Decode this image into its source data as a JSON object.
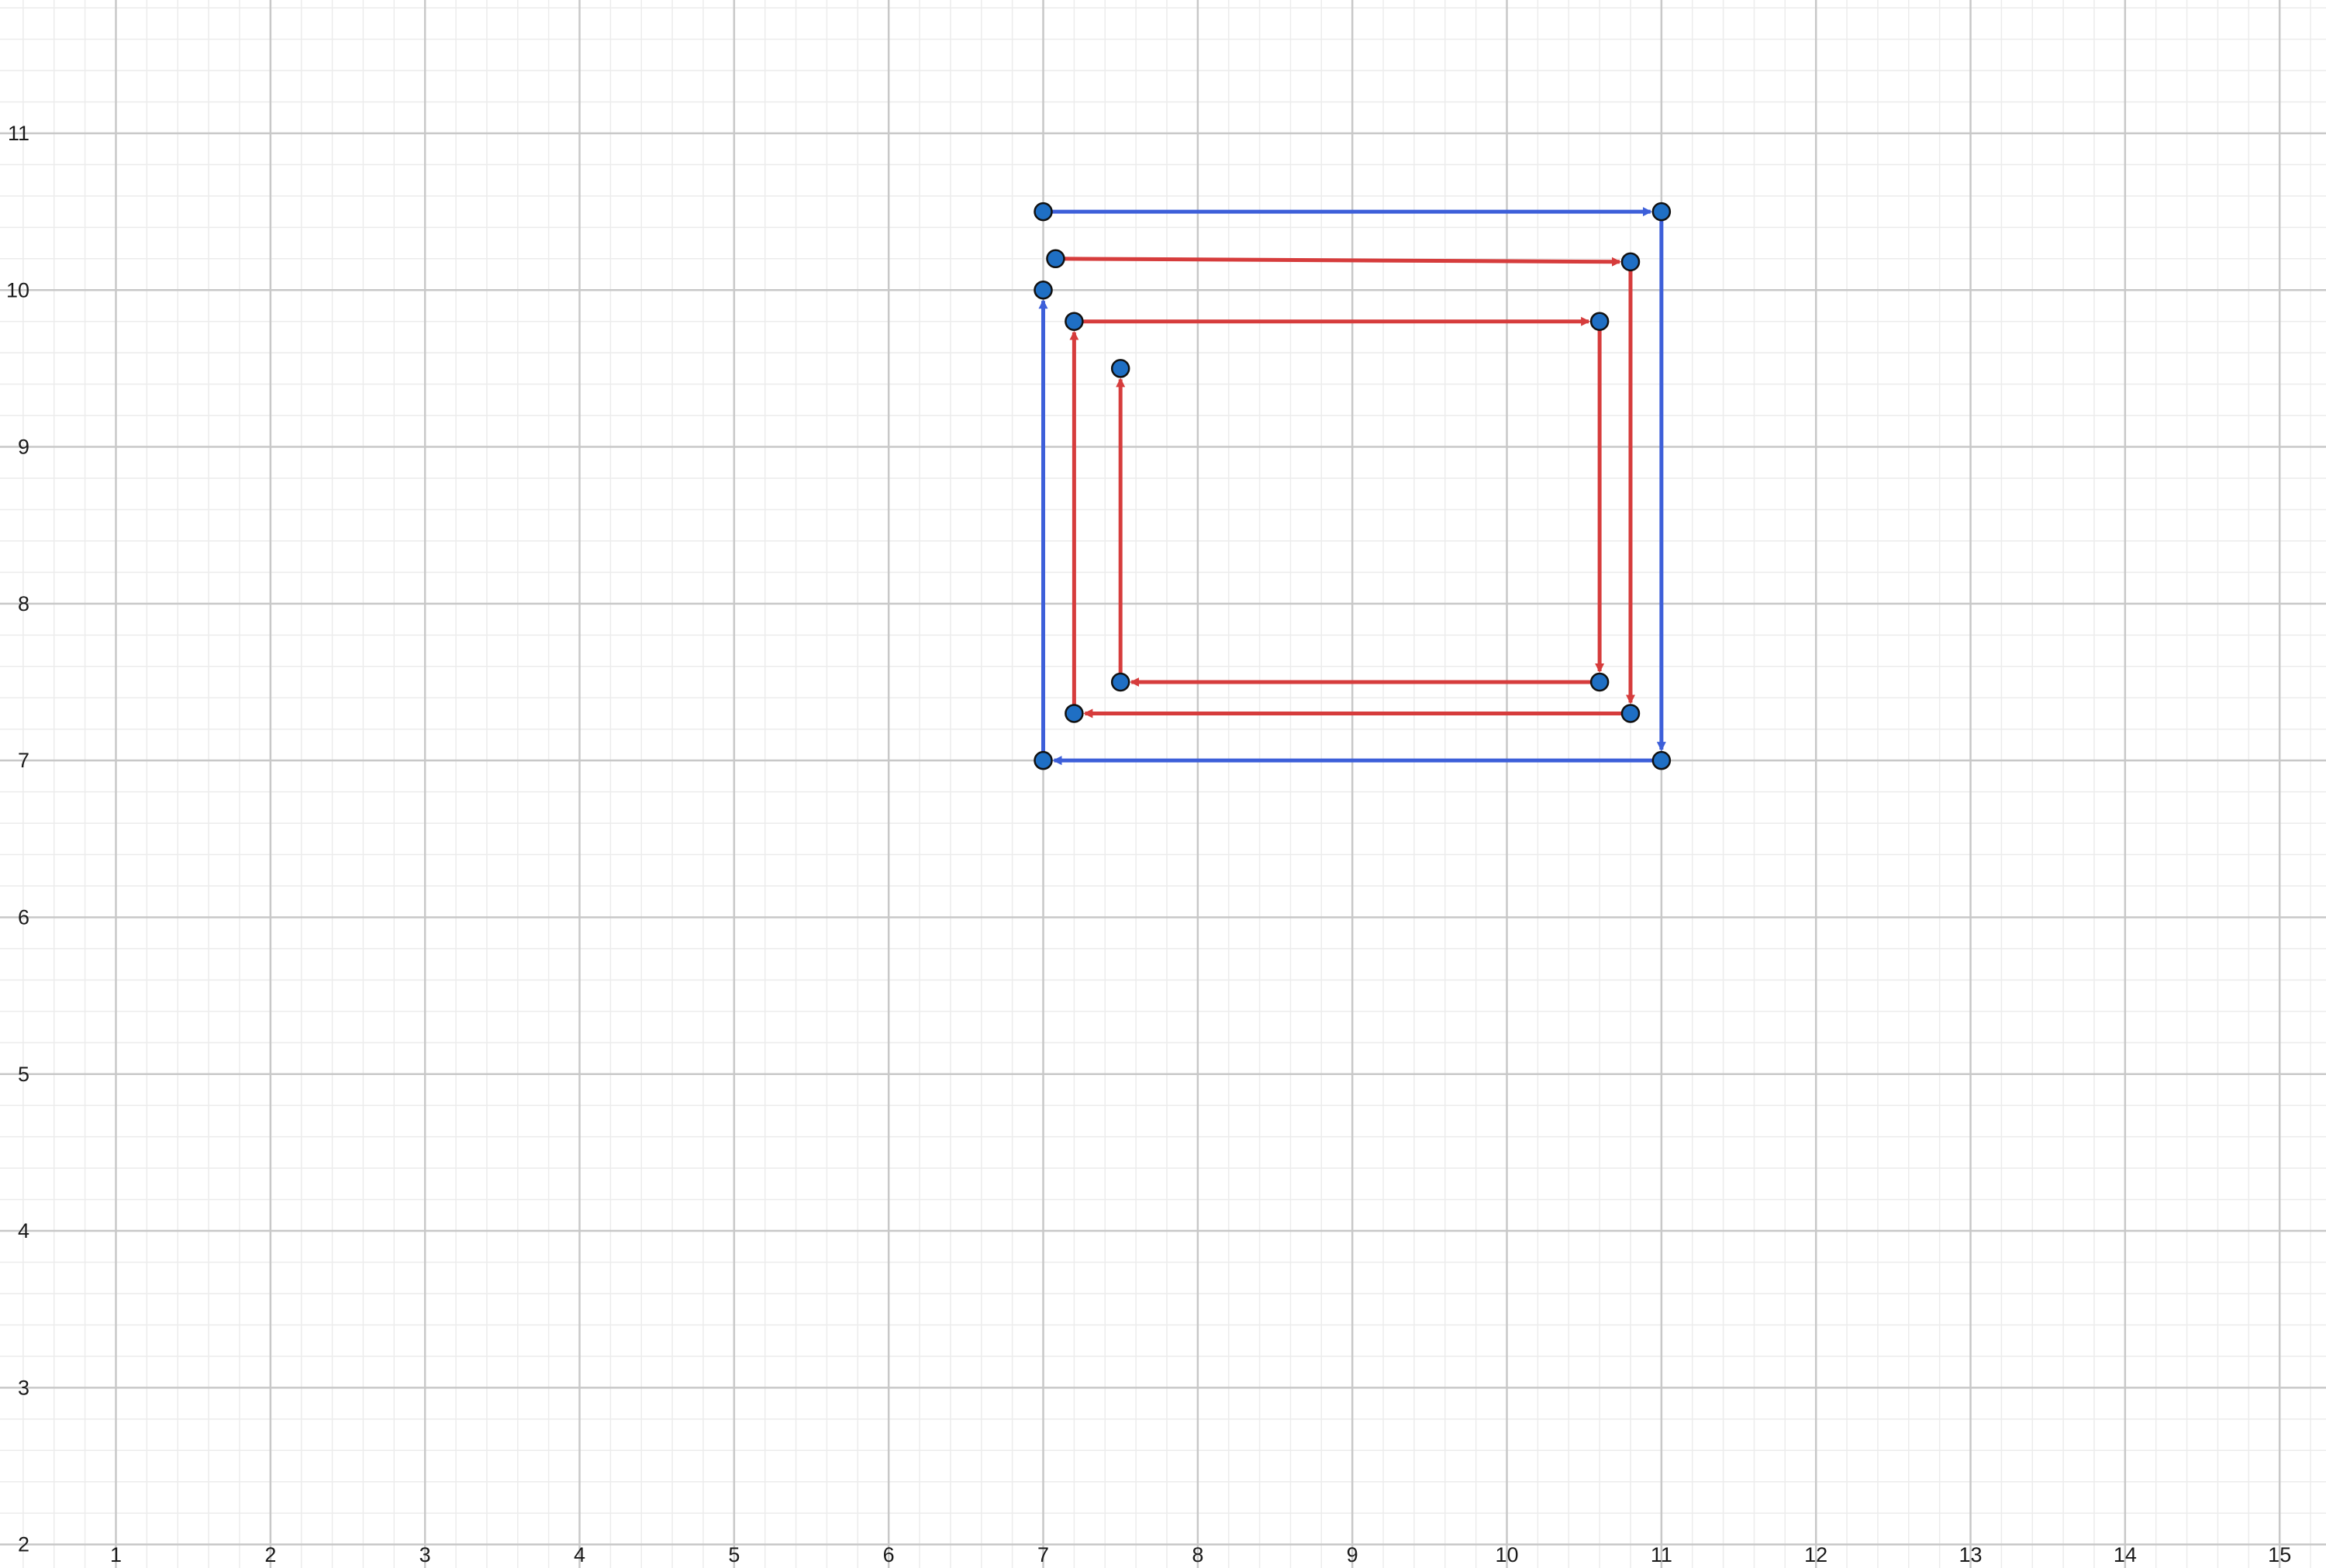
{
  "chart_data": {
    "type": "scatter",
    "title": "",
    "xlabel": "",
    "ylabel": "",
    "xlim": [
      0.25,
      15.3
    ],
    "ylim": [
      1.85,
      11.85
    ],
    "x_ticks": [
      1,
      2,
      3,
      4,
      5,
      6,
      7,
      8,
      9,
      10,
      11,
      12,
      13,
      14,
      15
    ],
    "y_ticks": [
      2,
      3,
      4,
      5,
      6,
      7,
      8,
      9,
      10,
      11
    ],
    "grid": {
      "major": true,
      "minor_per_unit": 5
    },
    "colors": {
      "blue_path": "#3d5fd9",
      "red_path": "#d63c3c",
      "point_fill": "#1f6fc4",
      "point_stroke": "#111111",
      "major_grid": "#c8c8c8",
      "minor_grid": "#ececec"
    },
    "series": [
      {
        "path_color": "blue",
        "points": [
          [
            7,
            7
          ],
          [
            7,
            10
          ]
        ],
        "arrows": [
          {
            "from": [
              7,
              10.5
            ],
            "to": [
              11,
              10.5
            ]
          },
          {
            "from": [
              11,
              10.5
            ],
            "to": [
              11,
              7
            ]
          },
          {
            "from": [
              11,
              7
            ],
            "to": [
              7,
              7
            ]
          },
          {
            "from": [
              7,
              7
            ],
            "to": [
              7,
              10
            ]
          }
        ]
      },
      {
        "path_color": "red",
        "points": [
          [
            7.08,
            10.2
          ],
          [
            10.8,
            10.18
          ],
          [
            10.8,
            7.3
          ],
          [
            7.2,
            7.3
          ],
          [
            7.2,
            9.8
          ],
          [
            10.6,
            9.8
          ],
          [
            10.6,
            7.5
          ],
          [
            7.5,
            7.5
          ],
          [
            7.5,
            9.5
          ]
        ],
        "arrows": [
          {
            "from": [
              7.08,
              10.2
            ],
            "to": [
              10.8,
              10.18
            ]
          },
          {
            "from": [
              10.8,
              10.18
            ],
            "to": [
              10.8,
              7.3
            ]
          },
          {
            "from": [
              10.8,
              7.3
            ],
            "to": [
              7.2,
              7.3
            ]
          },
          {
            "from": [
              7.2,
              7.3
            ],
            "to": [
              7.2,
              9.8
            ]
          },
          {
            "from": [
              7.2,
              9.8
            ],
            "to": [
              10.6,
              9.8
            ]
          },
          {
            "from": [
              10.6,
              9.8
            ],
            "to": [
              10.6,
              7.5
            ]
          },
          {
            "from": [
              10.6,
              7.5
            ],
            "to": [
              7.5,
              7.5
            ]
          },
          {
            "from": [
              7.5,
              7.5
            ],
            "to": [
              7.5,
              9.5
            ]
          }
        ]
      }
    ],
    "extra_points": [
      [
        7,
        10.5
      ],
      [
        11,
        10.5
      ],
      [
        11,
        7
      ]
    ]
  }
}
